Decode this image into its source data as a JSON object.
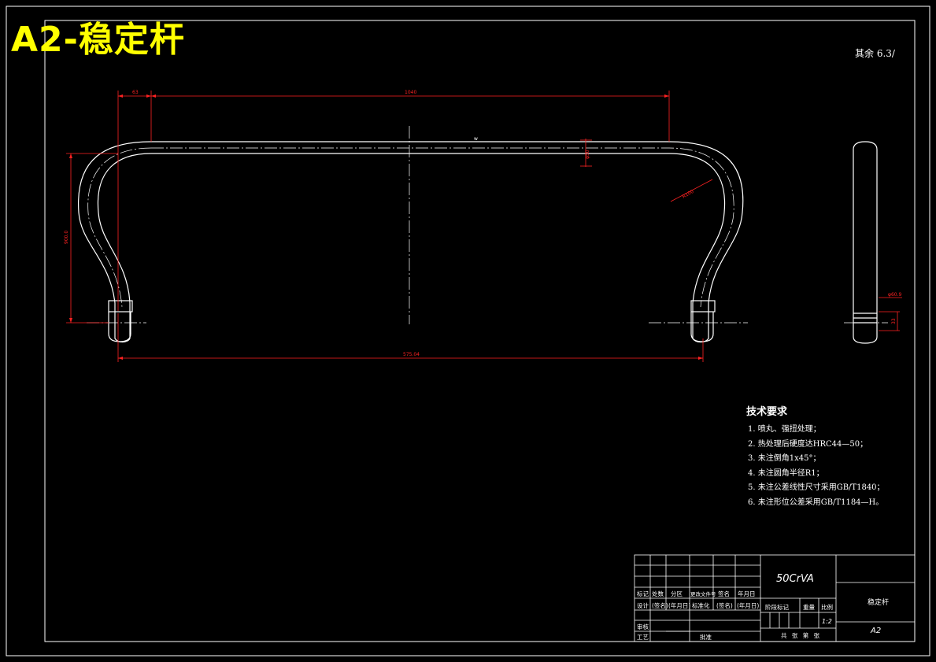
{
  "drawing": {
    "title": "A2-稳定杆",
    "roughness_note": "其余 6.3/",
    "dimensions": {
      "left_offset": "63",
      "top_length": "1040",
      "total_length": "575.04",
      "height": "900.0",
      "tube_dia": "φ50",
      "bend_radius": "R100",
      "end_hole": "φ60.9",
      "end_width": "33"
    },
    "center_mark": "w"
  },
  "tech_requirements": {
    "heading": "技术要求",
    "items": [
      "1. 喷丸、强扭处理；",
      "2. 热处理后硬度达HRC44—50；",
      "3. 未注倒角1x45°；",
      "4. 未注圆角半径R1；",
      "5. 未注公差线性尺寸采用GB/T1840；",
      "6. 未注形位公差采用GB/T1184—H。"
    ]
  },
  "title_block": {
    "material": "50CrVA",
    "part_name": "稳定杆",
    "drawing_no": "A2",
    "scale": "1:2",
    "header_row": [
      "标记",
      "处数",
      "分区",
      "更改文件号",
      "签名",
      "年月日"
    ],
    "design_row": [
      "设计",
      "(签名)",
      "(年月日)",
      "标准化",
      "(签名)",
      "(年月日)"
    ],
    "stage_labels": [
      "阶段标记",
      "重量",
      "比例"
    ],
    "review": "审核",
    "process": "工艺",
    "approve": "批准",
    "sheets": "共 张 第 张"
  }
}
